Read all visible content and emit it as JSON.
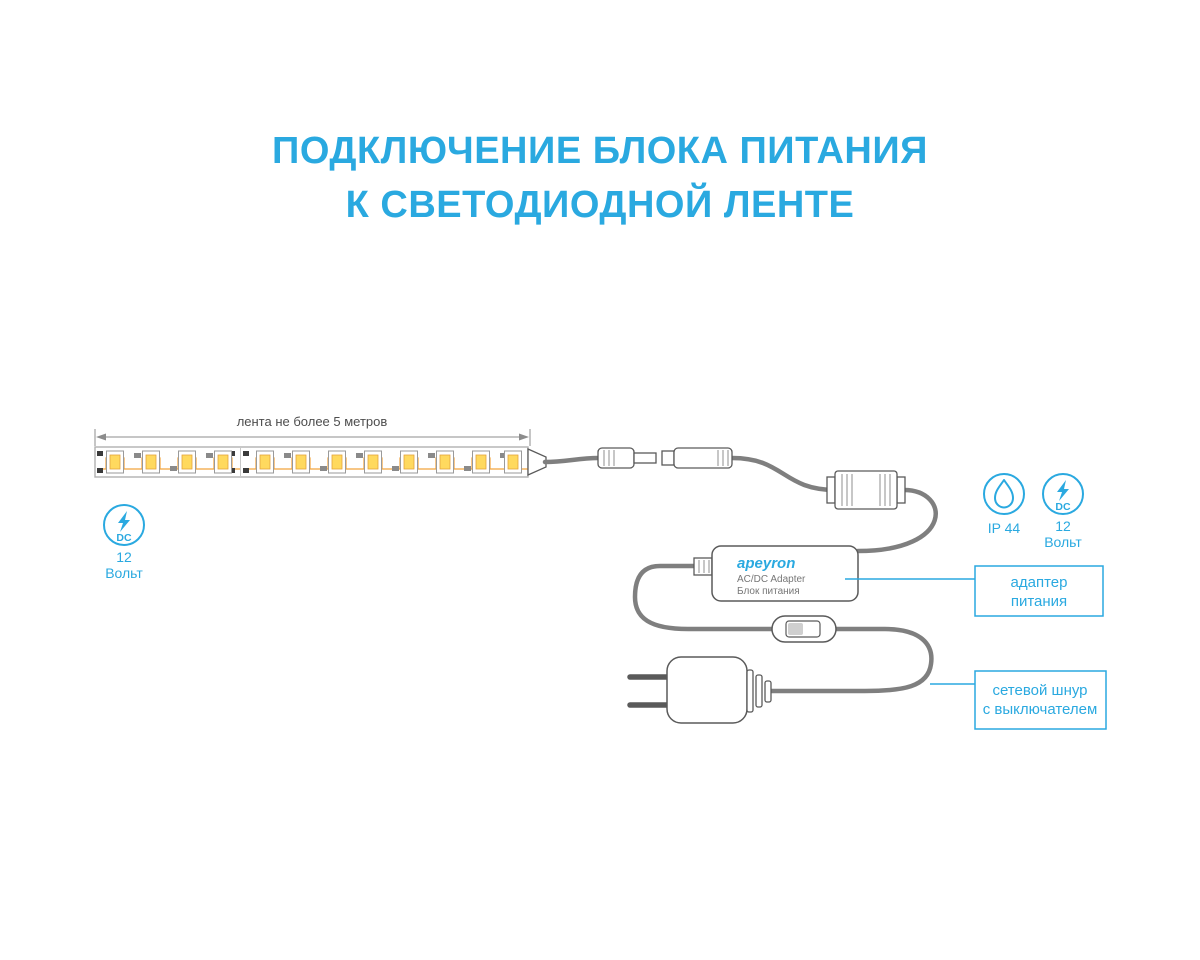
{
  "title": {
    "line1": "ПОДКЛЮЧЕНИЕ БЛОКА ПИТАНИЯ",
    "line2": "К СВЕТОДИОДНОЙ ЛЕНТЕ"
  },
  "colors": {
    "accent": "#2aa9e0",
    "outline": "#555555",
    "cable": "#7f7f7f",
    "led": "#ffd95e",
    "trace": "#f2a43c"
  },
  "dimension_label": "лента не более 5 метров",
  "adapter": {
    "brand": "apeyron",
    "type": "AC/DC Adapter",
    "name": "Блок питания"
  },
  "badges": {
    "dc_left": {
      "symbol": "DC",
      "value": "12",
      "unit": "Вольт"
    },
    "ip": {
      "label": "IP 44"
    },
    "dc_right": {
      "symbol": "DC",
      "value": "12",
      "unit": "Вольт"
    }
  },
  "callouts": {
    "adapter": {
      "line1": "адаптер",
      "line2": "питания"
    },
    "cord": {
      "line1": "сетевой шнур",
      "line2": "с выключателем"
    }
  }
}
